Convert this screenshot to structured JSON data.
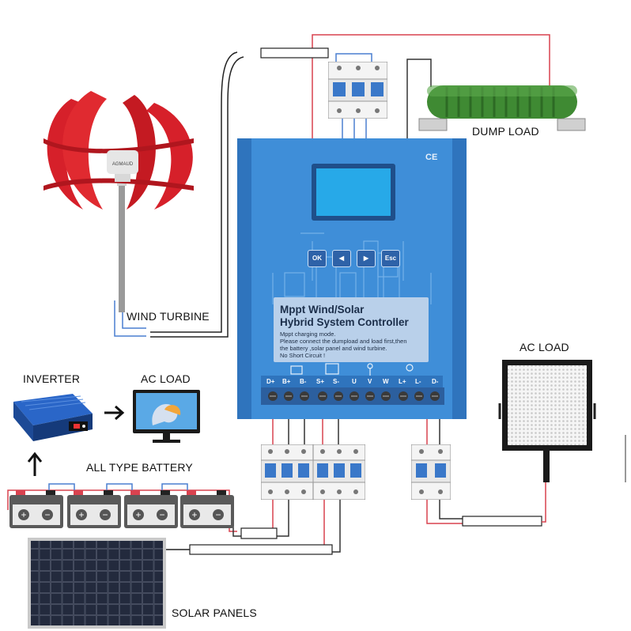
{
  "labels": {
    "dump_load": "DUMP LOAD",
    "wind_turbine": "WIND TURBINE",
    "ac_load_right": "AC LOAD",
    "inverter": "INVERTER",
    "ac_load_left": "AC LOAD",
    "all_type_battery": "ALL TYPE BATTERY",
    "solar_panels": "SOLAR PANELS"
  },
  "controller": {
    "ce_mark": "CE",
    "title_line1": "Mppt Wind/Solar",
    "title_line2": "Hybrid System Controller",
    "note_line1": "Mppt charging mode.",
    "note_line2": "Please connect the dumpload and load first,then",
    "note_line3": "the battery ,solar panel and wind turbine.",
    "note_line4": "No Short Circuit !",
    "buttons": [
      "OK",
      "◀",
      "▶",
      "Esc"
    ],
    "terminals": [
      "D+",
      "B+",
      "B-",
      "S+",
      "S-",
      "U",
      "V",
      "W",
      "L+",
      "L-",
      "D-"
    ],
    "turbine_label": "AGMAUD"
  },
  "battery_terminals": [
    "+",
    "−"
  ],
  "colors": {
    "controller_blue": "#3f8ed8",
    "controller_dark": "#2f74bd",
    "wire_red": "#d9424f",
    "wire_blue": "#4a7fd0",
    "turbine_red": "#d6202a",
    "resistor_green": "#3f8a33",
    "solar_cell": "#1a1f2e"
  }
}
